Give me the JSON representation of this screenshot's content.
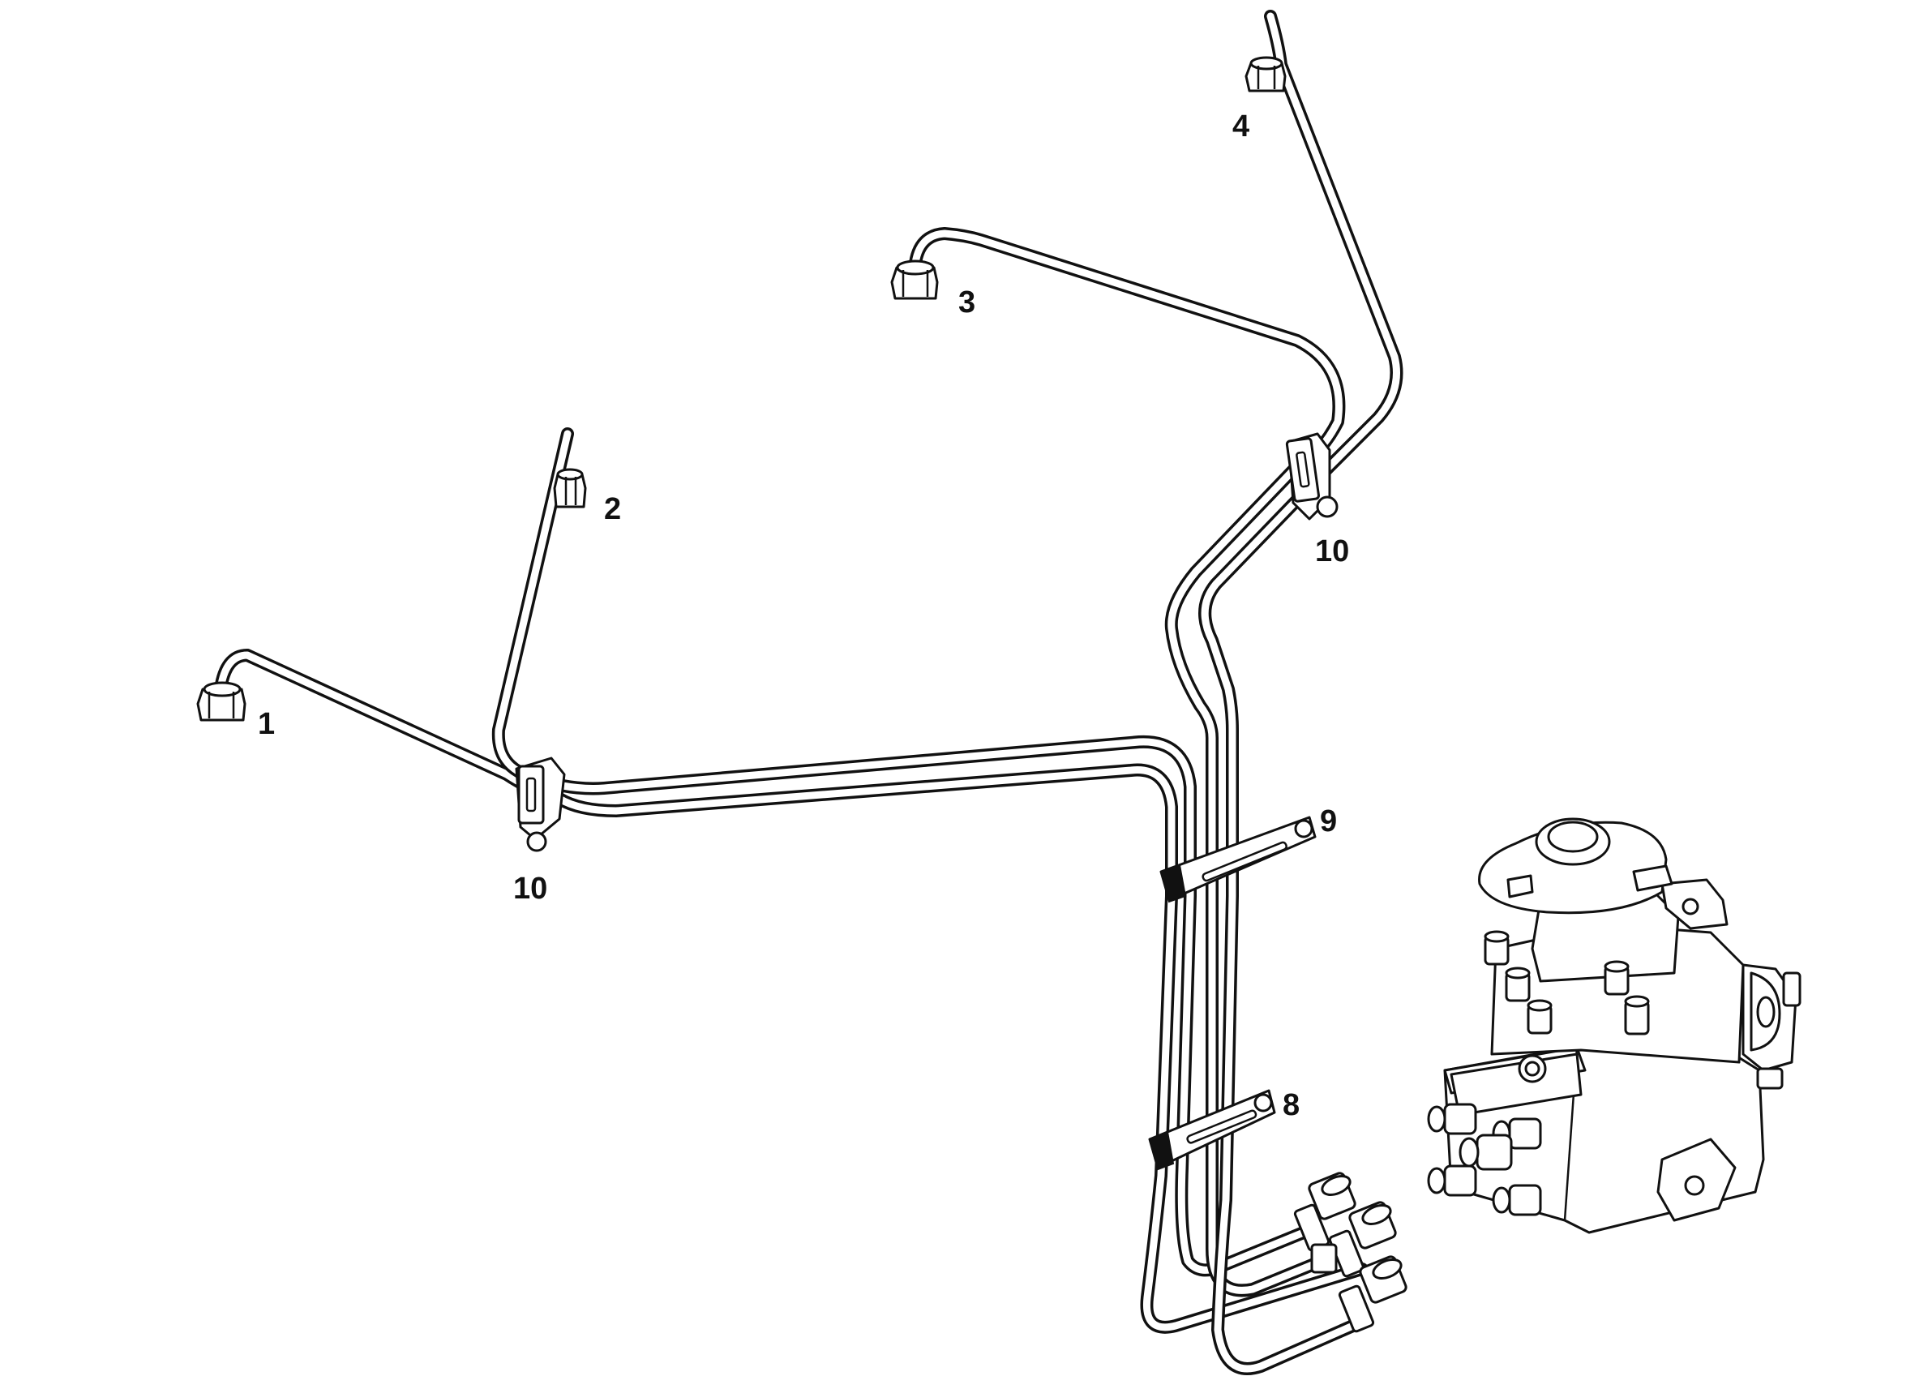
{
  "callouts": {
    "n1": "1",
    "n2": "2",
    "n3": "3",
    "n4": "4",
    "n8": "8",
    "n9": "9",
    "n10a": "10",
    "n10b": "10"
  }
}
